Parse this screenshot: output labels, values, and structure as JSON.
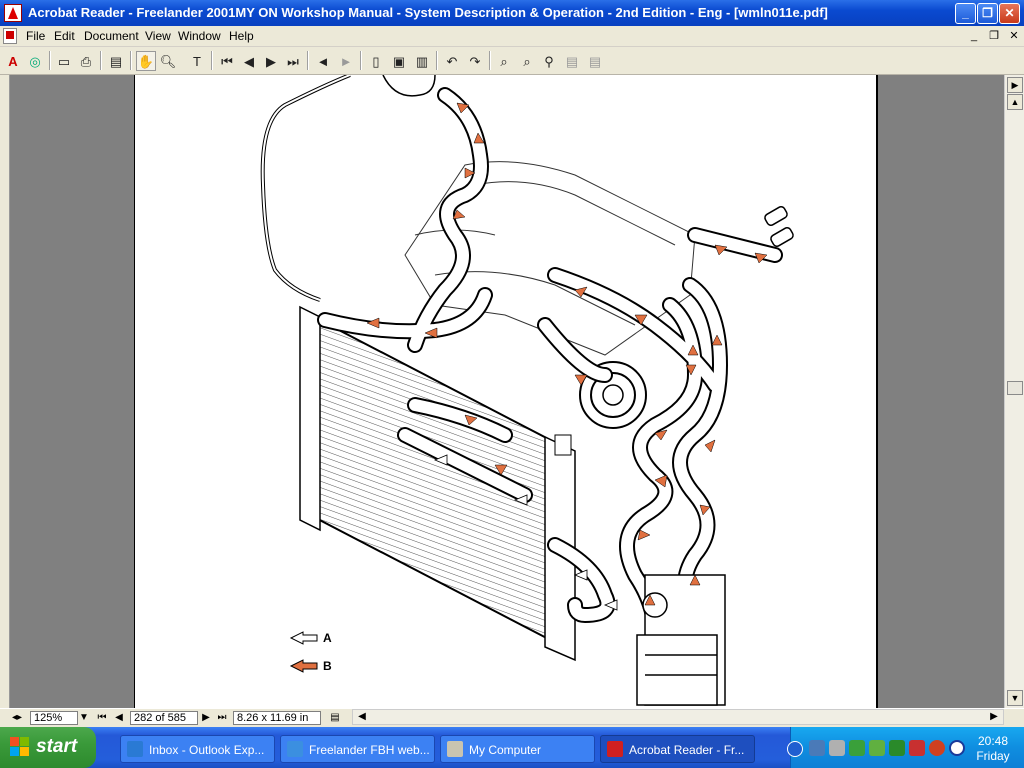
{
  "window": {
    "title": "Acrobat Reader - Freelander 2001MY ON Workshop Manual - System Description & Operation - 2nd Edition - Eng - [wmln011e.pdf]",
    "minimize": "_",
    "maximize": "❐",
    "close": "✕"
  },
  "menu": {
    "items": [
      "File",
      "Edit",
      "Document",
      "View",
      "Window",
      "Help"
    ]
  },
  "toolbar": {
    "icons": [
      "acrobat-icon",
      "acrobat-online-icon",
      "open-icon",
      "print-icon",
      "bookmarks-icon",
      "hand-tool-icon",
      "zoom-tool-icon",
      "text-select-icon",
      "first-page-icon",
      "prev-page-icon",
      "next-page-icon",
      "last-page-icon",
      "go-back-icon",
      "go-forward-icon",
      "actual-size-icon",
      "fit-page-icon",
      "fit-width-icon",
      "rotate-left-icon",
      "rotate-right-icon",
      "find-icon",
      "search-icon",
      "search-results-icon",
      "prev-highlight-icon",
      "next-highlight-icon"
    ]
  },
  "diagram": {
    "legend": [
      {
        "letter": "A",
        "arrow": "white-arrow",
        "color": "#ffffff"
      },
      {
        "letter": "B",
        "arrow": "orange-arrow",
        "color": "#e07040"
      }
    ]
  },
  "status": {
    "zoom": "125%",
    "page": "282 of 585",
    "page_size": "8.26 x 11.69 in"
  },
  "taskbar": {
    "start_label": "start",
    "tasks": [
      {
        "label": "Inbox - Outlook Exp...",
        "icon_color": "#2a7ad4"
      },
      {
        "label": "Freelander FBH web...",
        "icon_color": "#3b8fe0"
      },
      {
        "label": "My Computer",
        "icon_color": "#c9c4b0"
      },
      {
        "label": "Acrobat Reader - Fr...",
        "icon_color": "#d02020"
      }
    ],
    "clock_time": "20:48",
    "clock_day": "Friday"
  }
}
